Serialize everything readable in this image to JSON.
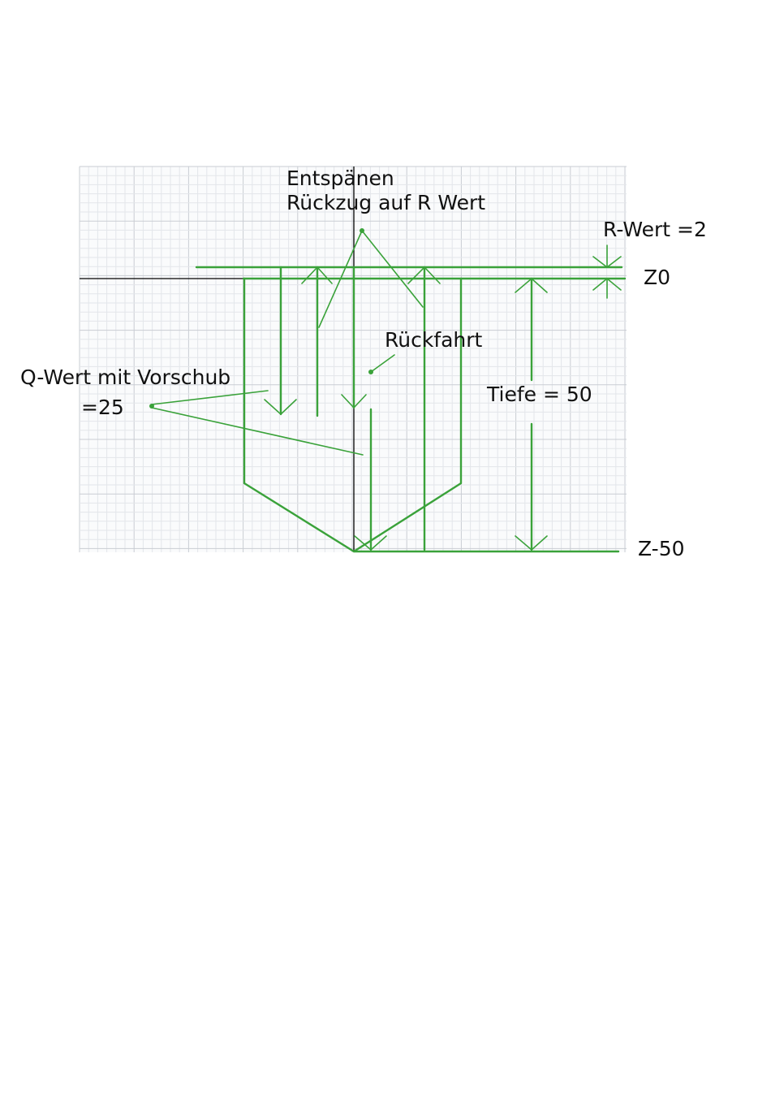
{
  "labels": {
    "entspanen": "Entspänen",
    "rueckzug": "Rückzug auf R Wert",
    "r_wert": "R-Wert =2",
    "z0": "Z0",
    "rueckfahrt": "Rückfahrt",
    "q_wert_line1": "Q-Wert mit Vorschub",
    "q_wert_line2": "=25",
    "tiefe": "Tiefe = 50",
    "z_minus_50": "Z-50"
  },
  "colors": {
    "path": "#3aa23a",
    "axis": "#000000",
    "grid_minor": "#e3e6ea",
    "grid_major": "#c9cdd3"
  },
  "values": {
    "r_wert": 2,
    "q_wert": 25,
    "tiefe": 50,
    "z_top": 0,
    "z_bottom": -50
  }
}
